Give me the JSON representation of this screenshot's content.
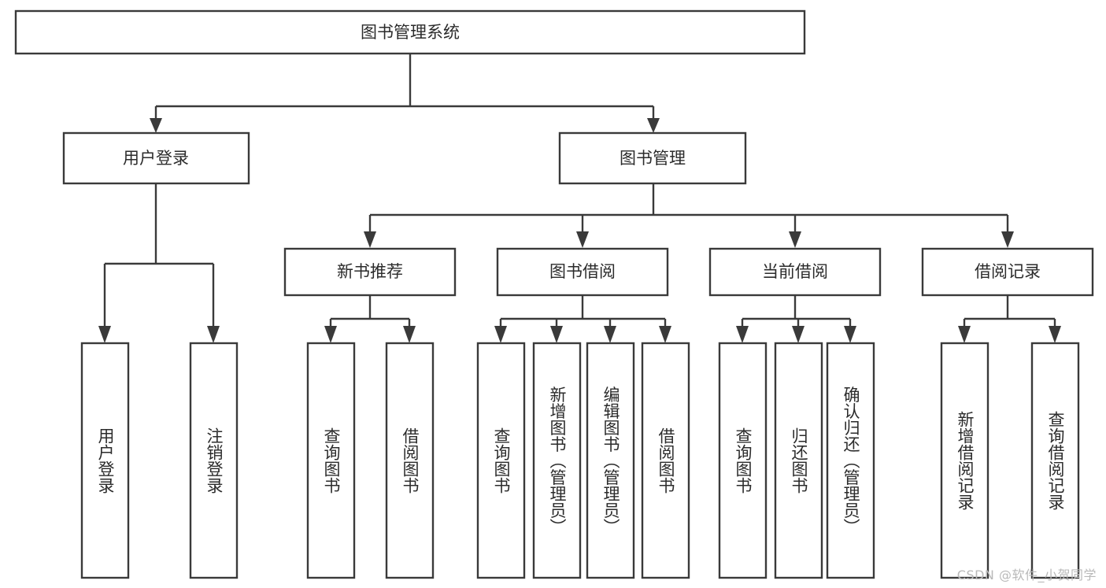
{
  "diagram": {
    "type": "tree",
    "title": "图书管理系统",
    "watermark": "CSDN @软件_小贺同学",
    "colors": {
      "stroke": "#3a3a3a",
      "box_fill": "#ffffff",
      "text": "#2b2b2b",
      "background": "#ffffff",
      "watermark": "#b9b9b9"
    },
    "levels": {
      "root": {
        "label": "图书管理系统"
      },
      "level2": [
        {
          "label": "用户登录"
        },
        {
          "label": "图书管理"
        }
      ],
      "level3": [
        {
          "label": "新书推荐"
        },
        {
          "label": "图书借阅"
        },
        {
          "label": "当前借阅"
        },
        {
          "label": "借阅记录"
        }
      ]
    },
    "leaves": {
      "user_login": [
        {
          "label": "用户登录"
        },
        {
          "label": "注销登录"
        }
      ],
      "new_book_recommend": [
        {
          "label": "查询图书"
        },
        {
          "label": "借阅图书"
        }
      ],
      "book_borrow": [
        {
          "label": "查询图书"
        },
        {
          "label": "新增图书（管理员）"
        },
        {
          "label": "编辑图书（管理员）"
        },
        {
          "label": "借阅图书"
        }
      ],
      "current_borrow": [
        {
          "label": "查询图书"
        },
        {
          "label": "归还图书"
        },
        {
          "label": "确认归还（管理员）"
        }
      ],
      "borrow_record": [
        {
          "label": "新增借阅记录"
        },
        {
          "label": "查询借阅记录"
        }
      ]
    }
  }
}
